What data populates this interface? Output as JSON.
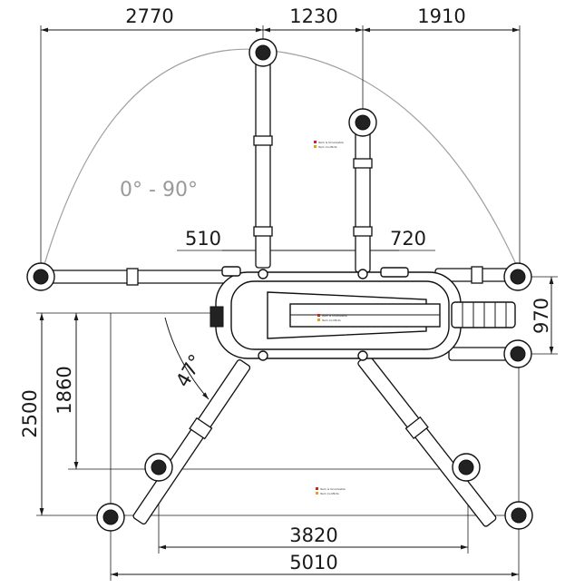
{
  "dimensions": {
    "top_left": "2770",
    "top_mid": "1230",
    "top_right": "1910",
    "inner_left": "510",
    "inner_right": "720",
    "right_vertical": "970",
    "left_outer_vertical": "2500",
    "left_inner_vertical": "1860",
    "bottom_inner": "3820",
    "bottom_outer": "5010"
  },
  "angles": {
    "slew_range": "0° - 90°",
    "diagonal": "47°"
  },
  "notes": {
    "line1": "Item is Unsolvable",
    "line2": "Item Conflicts"
  },
  "colors": {
    "line": "#1a1a1a",
    "arc": "#a0a0a0",
    "note_red": "#cc2222",
    "note_orange": "#e0a020"
  }
}
